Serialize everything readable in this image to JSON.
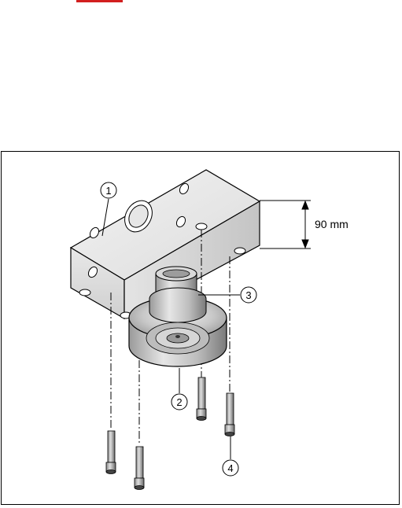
{
  "page": {
    "accent_color": "#d21f1f"
  },
  "figure": {
    "dimension_label": "90 mm",
    "callouts": [
      {
        "number": "1"
      },
      {
        "number": "2"
      },
      {
        "number": "3"
      },
      {
        "number": "4"
      }
    ]
  }
}
